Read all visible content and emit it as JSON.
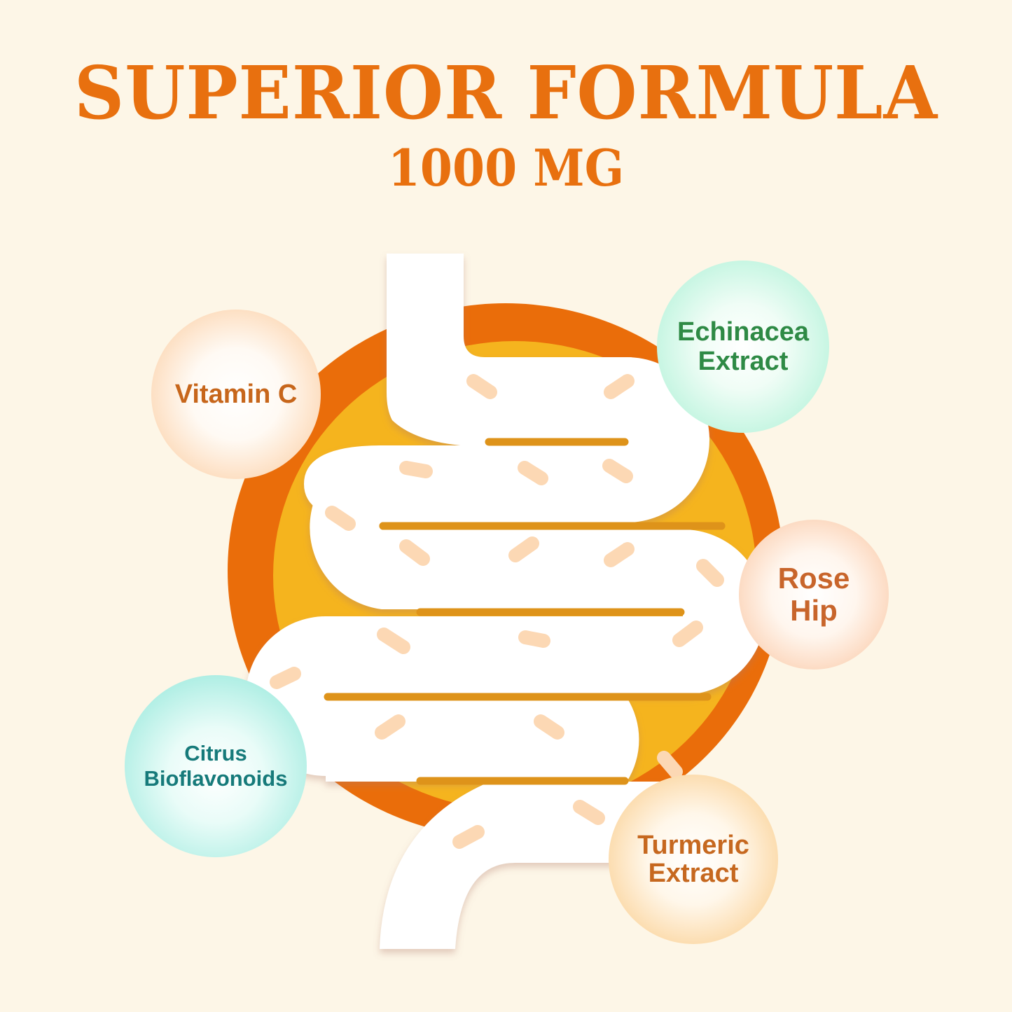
{
  "header": {
    "title": "SUPERIOR FORMULA",
    "subtitle": "1000 MG"
  },
  "colors": {
    "background": "#fdf6e7",
    "title_orange": "#e8700f",
    "ring_orange": "#ea6d0a",
    "inner_yellow": "#f5b41e",
    "intestine_white": "#ffffff",
    "fold_line": "#de931a",
    "villi_peach": "#fcd8b4"
  },
  "ingredients": [
    {
      "id": "vitamin-c",
      "lines": [
        "Vitamin C"
      ],
      "color": "#c7661b"
    },
    {
      "id": "echinacea-extract",
      "lines": [
        "Echinacea",
        "Extract"
      ],
      "color": "#2e8a45"
    },
    {
      "id": "rose-hip",
      "lines": [
        "Rose",
        "Hip"
      ],
      "color": "#c8652b"
    },
    {
      "id": "citrus-bioflavonoids",
      "lines": [
        "Citrus",
        "Bioflavonoids"
      ],
      "color": "#167a7a"
    },
    {
      "id": "turmeric-extract",
      "lines": [
        "Turmeric",
        "Extract"
      ],
      "color": "#c6681f"
    }
  ],
  "illustration": {
    "subject": "digestive-system-intestine-icon"
  }
}
